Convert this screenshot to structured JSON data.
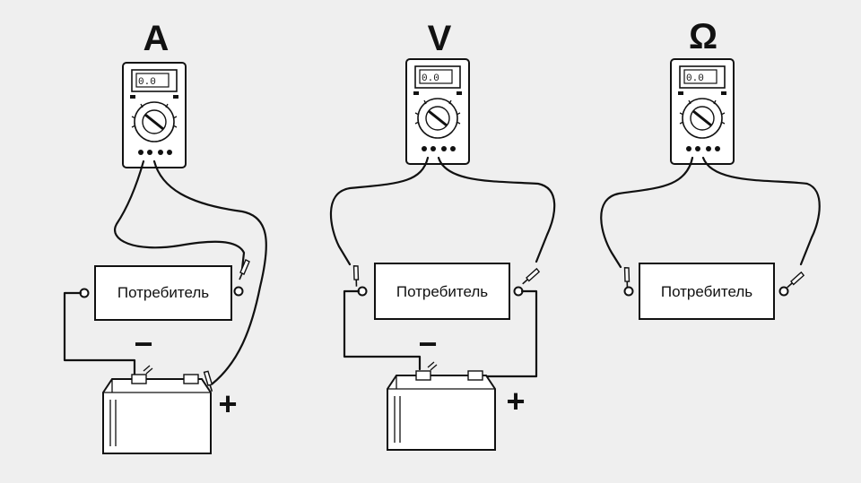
{
  "panels": [
    {
      "title": "A",
      "load_label": "Потребитель",
      "battery": {
        "neg_sign": "−",
        "pos_sign": "+"
      }
    },
    {
      "title": "V",
      "load_label": "Потребитель",
      "battery": {
        "neg_sign": "−",
        "pos_sign": "+"
      }
    },
    {
      "title": "Ω",
      "load_label": "Потребитель"
    }
  ]
}
